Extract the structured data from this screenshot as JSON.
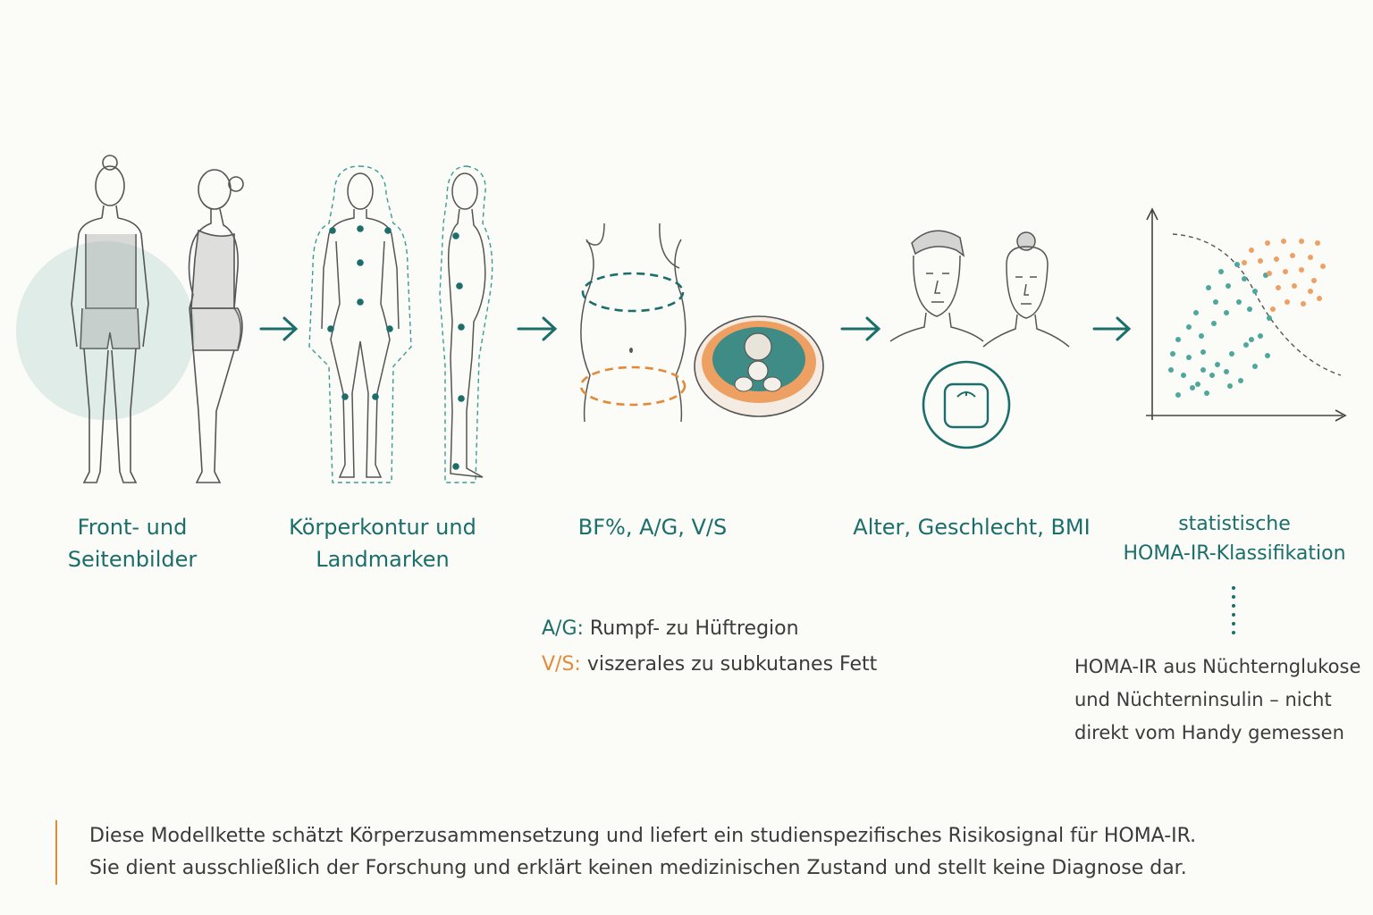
{
  "colors": {
    "teal": "#1b6e6a",
    "teal_light": "#3a9c92",
    "orange": "#e38a36",
    "ink": "#3b3b3b"
  },
  "steps": [
    {
      "line1": "Front- und",
      "line2": "Seitenbilder"
    },
    {
      "line1": "Körperkontur und",
      "line2": "Landmarken"
    },
    {
      "line1": "BF%, A/G, V/S"
    },
    {
      "line1": "Alter, Geschlecht, BMI"
    },
    {
      "line1": "statistische",
      "line2": "HOMA-IR-Klassifikation"
    }
  ],
  "legend": {
    "ag_key": "A/G:",
    "ag_text": " Rumpf- zu Hüftregion",
    "vs_key": "V/S:",
    "vs_text": " viszerales zu subkutanes Fett"
  },
  "homa_note": {
    "line1": "HOMA-IR aus Nüchternglukose",
    "line2": "und Nüchterninsulin – nicht",
    "line3": "direkt vom Handy gemessen"
  },
  "footer": {
    "line1": "Diese Modellkette schätzt Körperzusammensetzung und liefert ein studienspezifisches Risikosignal für HOMA-IR.",
    "line2": "Sie dient ausschließlich der Forschung und erklärt keinen medizinischen Zustand und stellt keine Diagnose dar."
  },
  "icons": [
    "front-body-icon",
    "side-body-icon",
    "arrow-right-icon",
    "outline-body-icon",
    "torso-icon",
    "ct-slice-icon",
    "male-face-icon",
    "female-face-icon",
    "scale-icon",
    "scatter-plot-icon"
  ]
}
